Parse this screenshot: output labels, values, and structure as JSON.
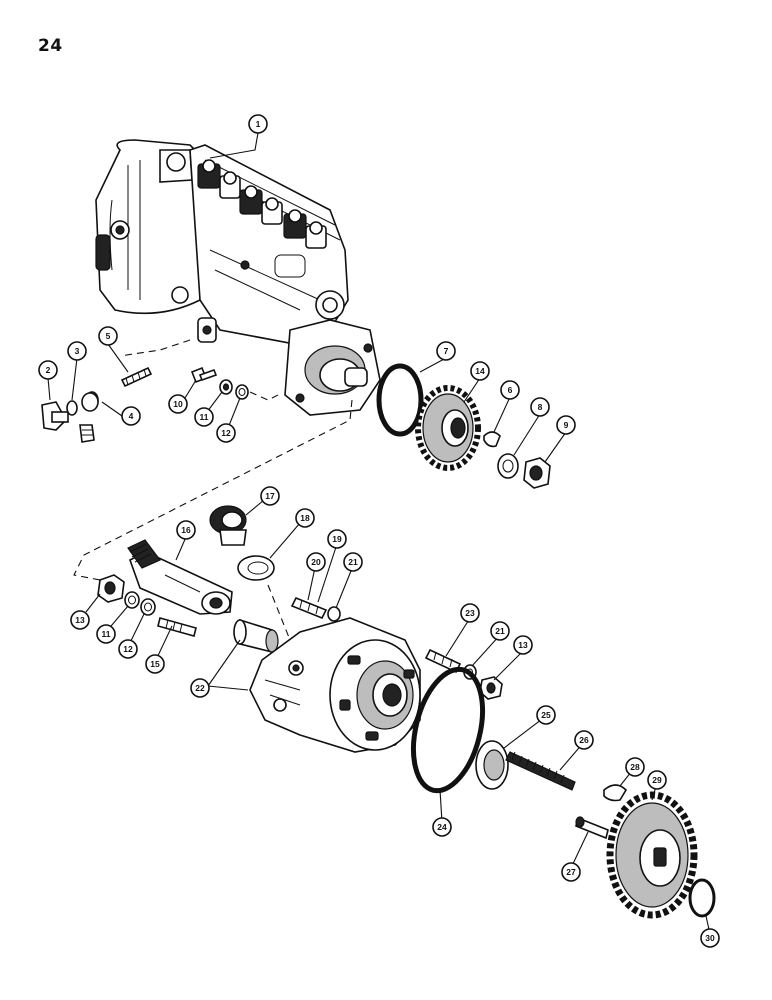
{
  "page": {
    "number": "24"
  },
  "callouts": [
    "1",
    "2",
    "3",
    "4",
    "5",
    "6",
    "7",
    "8",
    "9",
    "10",
    "11",
    "11",
    "12",
    "12",
    "13",
    "13",
    "14",
    "15",
    "16",
    "17",
    "18",
    "19",
    "20",
    "21",
    "21",
    "22",
    "23",
    "24",
    "25",
    "26",
    "27",
    "28",
    "29",
    "30"
  ]
}
